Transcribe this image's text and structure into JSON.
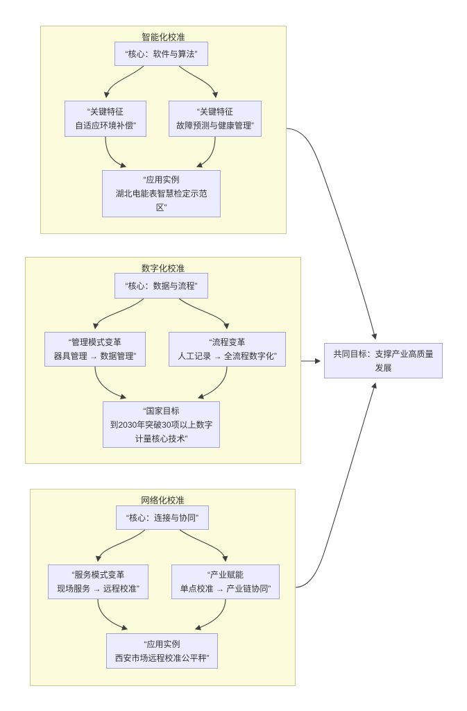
{
  "colors": {
    "bg": "#ffffff",
    "subgraph_fill": "#fcfcdc",
    "subgraph_border": "#c9c99a",
    "node_fill": "#ececff",
    "node_border": "#a6a3ce",
    "edge_color": "#3f3f3f",
    "text_color": "#333333"
  },
  "sections": [
    {
      "title": "智能化校准",
      "core": "“核心：软件与算法”",
      "left": "“关键特征\n自适应环境补偿”",
      "right": "“关键特征\n故障预测与健康管理”",
      "bottom": "“应用实例\n湖北电能表智慧检定示范\n区”"
    },
    {
      "title": "数字化校准",
      "core": "“核心：数据与流程”",
      "left": "“管理模式变革\n器具管理 → 数据管理”",
      "right": "“流程变革\n人工记录 → 全流程数字化”",
      "bottom": "“国家目标\n到2030年突破30项以上数字\n计量核心技术”"
    },
    {
      "title": "网络化校准",
      "core": "“核心：连接与协同”",
      "left": "“服务模式变革\n现场服务 → 远程校准”",
      "right": "“产业赋能\n单点校准 → 产业链协同”",
      "bottom": "“应用实例\n西安市场远程校准公平秤”"
    }
  ],
  "goal": "共同目标：支撑产业高质量\n发展"
}
